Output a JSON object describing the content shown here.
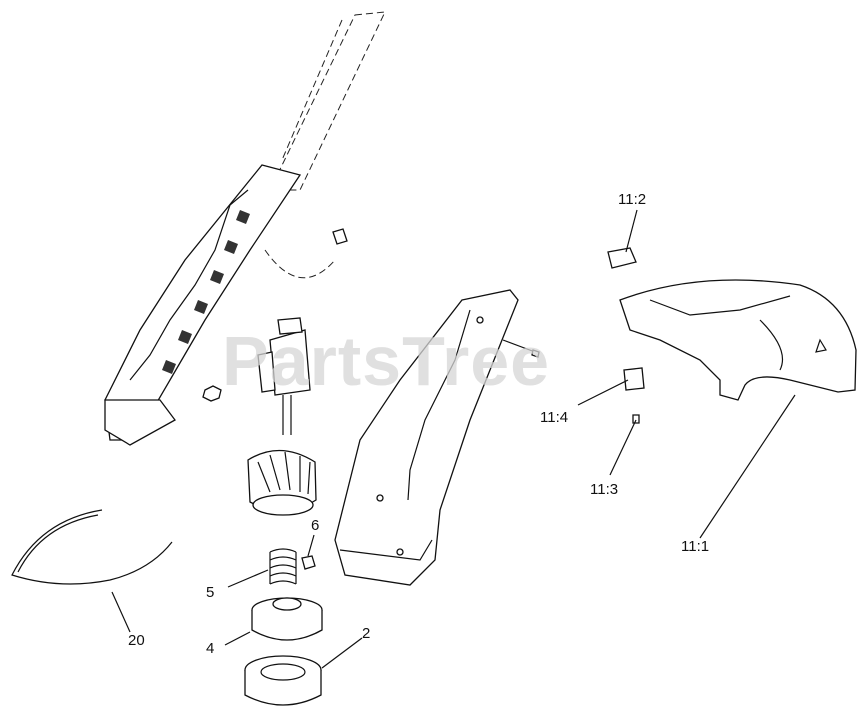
{
  "watermark": "PartsTree",
  "callouts": {
    "c11_2": "11:2",
    "c11_4": "11:4",
    "c11_3": "11:3",
    "c11_1": "11:1",
    "c6": "6",
    "c5": "5",
    "c4": "4",
    "c2": "2",
    "c20": "20"
  }
}
